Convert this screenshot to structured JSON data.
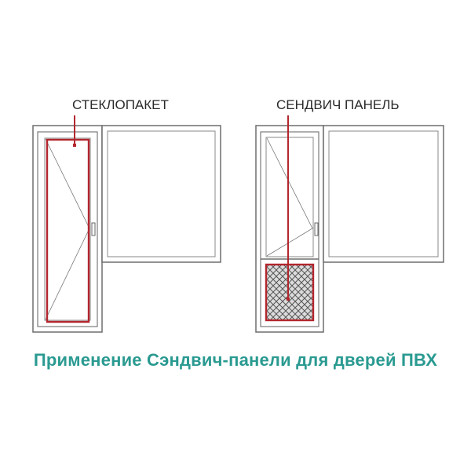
{
  "labels": {
    "left": "СТЕКЛОПАКЕТ",
    "right": "СЕНДВИЧ ПАНЕЛЬ"
  },
  "caption": "Применение Сэндвич-панели для дверей ПВХ",
  "colors": {
    "background": "#ffffff",
    "frame": "#6e6e6e",
    "highlight": "#b3262e",
    "caption": "#2a9a91",
    "label": "#2a2a2a"
  }
}
